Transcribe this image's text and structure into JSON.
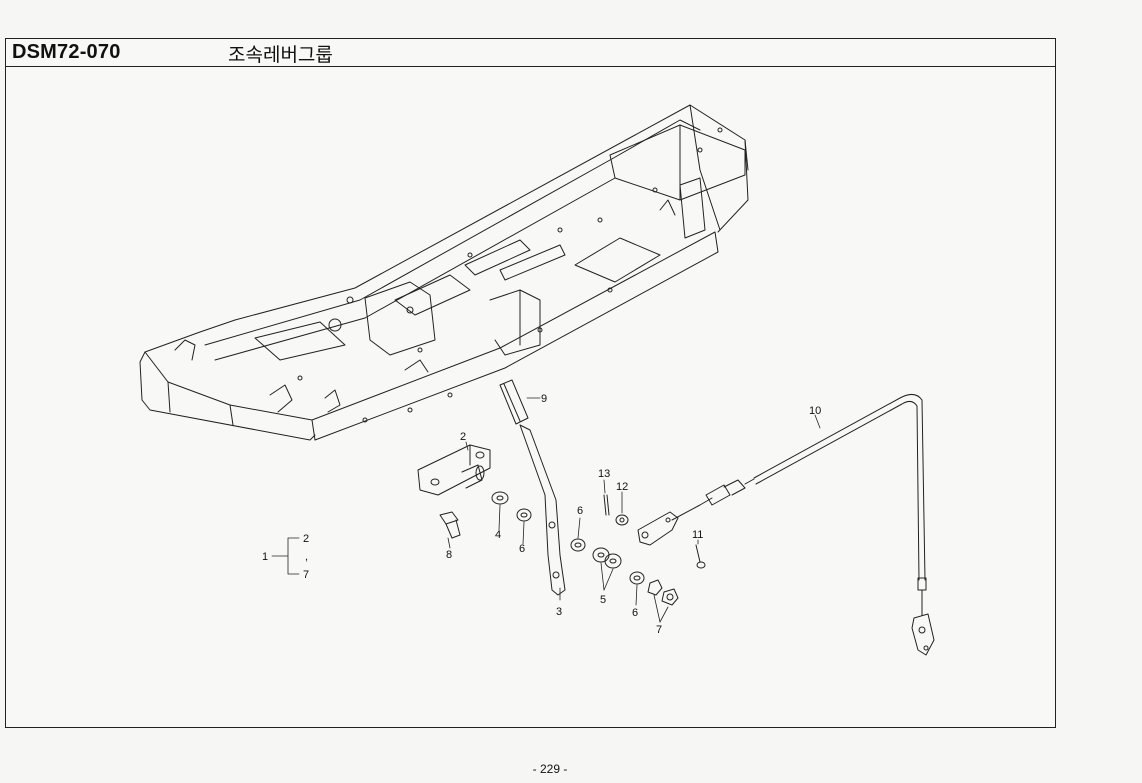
{
  "header": {
    "code": "DSM72-070",
    "title": "조속레버그룹"
  },
  "callouts": {
    "c1": "1",
    "c2a": "2",
    "c2b": "2",
    "c3": "3",
    "c4": "4",
    "c5": "5",
    "c6a": "6",
    "c6b": "6",
    "c6c": "6",
    "c7a": "7",
    "c7b": "7",
    "c8": "8",
    "c9": "9",
    "c10": "10",
    "c11": "11",
    "c12": "12",
    "c13": "13",
    "tick": ","
  },
  "footer": {
    "page": "- 229 -"
  }
}
